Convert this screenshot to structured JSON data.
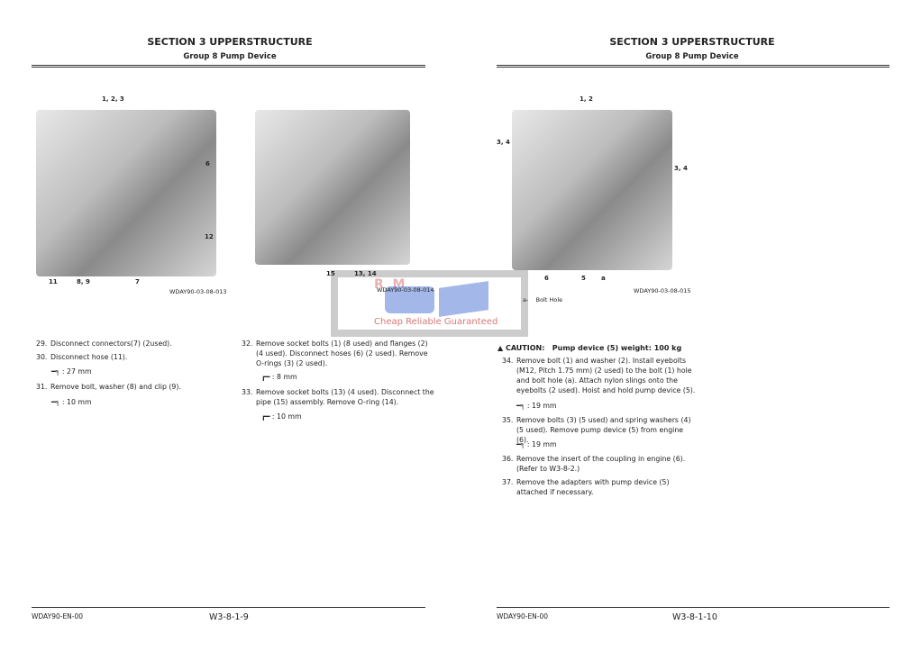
{
  "left": {
    "section": "SECTION 3 UPPERSTRUCTURE",
    "group": "Group 8 Pump Device",
    "fig1": {
      "labels": [
        "1, 2, 3",
        "6",
        "12",
        "11",
        "8, 9",
        "7"
      ],
      "caption": "WDAY90-03-08-013"
    },
    "fig2": {
      "labels": [
        "15",
        "13, 14"
      ],
      "caption": "WDAY90-03-08-014"
    },
    "steps": [
      {
        "n": "29.",
        "text": "Disconnect connectors(7) (2used)."
      },
      {
        "n": "30.",
        "text": "Disconnect hose (11).",
        "tool": "wrench-icon",
        "size": ": 27 mm"
      },
      {
        "n": "31.",
        "text": "Remove bolt, washer (8) and clip (9).",
        "tool": "wrench-icon",
        "size": ": 10 mm"
      },
      {
        "n": "32.",
        "text": "Remove socket bolts (1) (8 used) and flanges (2) (4 used). Disconnect hoses (6) (2 used). Remove O-rings (3) (2 used).",
        "tool": "hex-key-icon",
        "size": ": 8 mm"
      },
      {
        "n": "33.",
        "text": "Remove socket bolts (13) (4 used). Disconnect the pipe (15) assembly. Remove O-ring (14).",
        "tool": "hex-key-icon",
        "size": ": 10 mm"
      }
    ],
    "footer_code": "WDAY90-EN-00",
    "page": "W3-8-1-9"
  },
  "right": {
    "section": "SECTION 3 UPPERSTRUCTURE",
    "group": "Group 8 Pump Device",
    "fig": {
      "labels": [
        "1, 2",
        "3, 4",
        "3, 4",
        "6",
        "5",
        "a"
      ],
      "caption": "WDAY90-03-08-015",
      "legend_key": "a-",
      "legend_text": "Bolt Hole"
    },
    "caution": {
      "label": "CAUTION:",
      "text": "Pump device (5) weight: 100 kg"
    },
    "steps": [
      {
        "n": "34.",
        "text": "Remove bolt (1) and washer (2). Install eyebolts (M12, Pitch 1.75 mm) (2 used) to the bolt (1) hole and bolt hole (a). Attach nylon slings onto the eyebolts (2 used). Hoist and hold pump device (5).",
        "tool": "wrench-icon",
        "size": ": 19 mm"
      },
      {
        "n": "35.",
        "text": "Remove bolts (3) (5 used) and spring washers (4) (5 used). Remove pump device (5) from engine (6).",
        "tool": "wrench-icon",
        "size": ": 19 mm"
      },
      {
        "n": "36.",
        "text": "Remove the insert of the coupling in engine (6). (Refer to W3-8-2.)"
      },
      {
        "n": "37.",
        "text": "Remove the adapters with pump device (5) attached if necessary."
      }
    ],
    "footer_code": "WDAY90-EN-00",
    "page": "W3-8-1-10"
  },
  "watermark": {
    "logo": "RM",
    "text": "Cheap Reliable Guaranteed"
  }
}
